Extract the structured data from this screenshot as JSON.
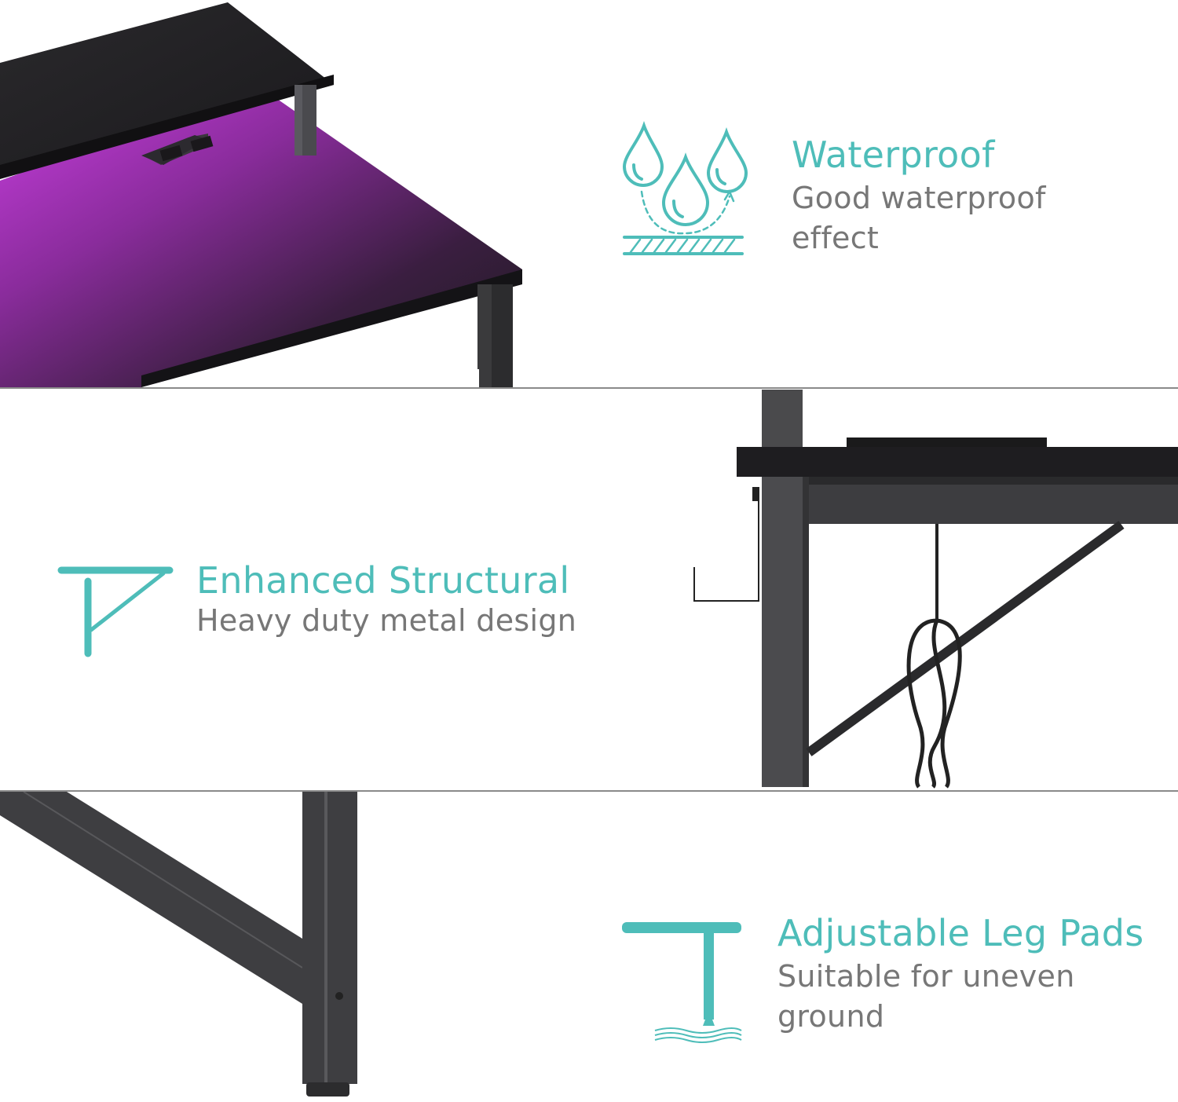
{
  "features": [
    {
      "id": "waterproof",
      "title": "Waterproof",
      "description_line1": "Good waterproof",
      "description_line2": "effect",
      "icon": "water-drops-icon"
    },
    {
      "id": "structural",
      "title": "Enhanced Structural",
      "description_line1": "Heavy duty metal design",
      "icon": "bracket-support-icon"
    },
    {
      "id": "leg-pads",
      "title": "Adjustable Leg Pads",
      "description_line1": "Suitable for uneven",
      "description_line2": "ground",
      "icon": "leveling-foot-icon"
    }
  ],
  "colors": {
    "accent": "#4ebdb9",
    "text_secondary": "#777777",
    "metal": "#3d3d3f",
    "desk_top": "#1f1e22",
    "led_glow": "#c43ad8"
  }
}
